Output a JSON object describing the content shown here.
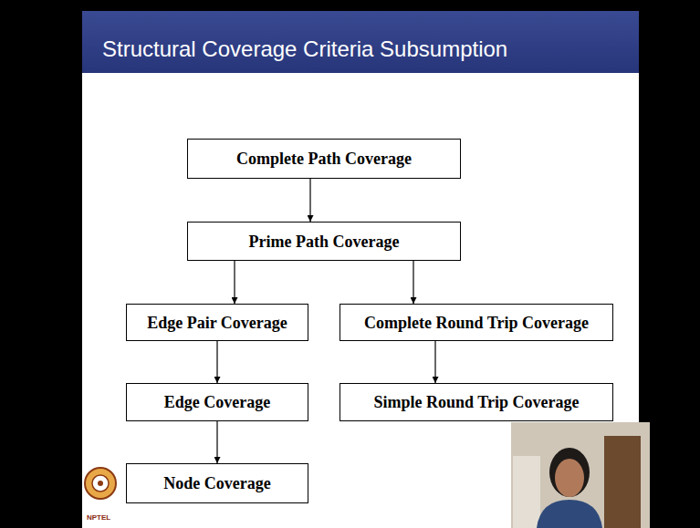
{
  "diagram": {
    "title": "Structural Coverage Criteria Subsumption",
    "nodes": [
      {
        "text": [
          "Complete Path Coverage"
        ]
      },
      {
        "text": [
          "Prime Path Coverage"
        ]
      },
      {
        "text": [
          "Edge Pair Coverage"
        ]
      },
      {
        "text": [
          "Complete Round Trip Coverage"
        ]
      },
      {
        "text": [
          "Edge Coverage"
        ]
      },
      {
        "text": [
          "Simple Round Trip Coverage"
        ]
      },
      {
        "text": [
          "Node Coverage"
        ]
      }
    ],
    "edges": [
      {
        "from": 0,
        "to": 1,
        "arrow": "to"
      },
      {
        "from": 1,
        "to": 2,
        "arrow": "to"
      },
      {
        "from": 1,
        "to": 3,
        "arrow": "to"
      },
      {
        "from": 2,
        "to": 4,
        "arrow": "to"
      },
      {
        "from": 3,
        "to": 5,
        "arrow": "to"
      },
      {
        "from": 4,
        "to": 6,
        "arrow": "to"
      }
    ],
    "labels": [
      "NPTEL"
    ]
  }
}
